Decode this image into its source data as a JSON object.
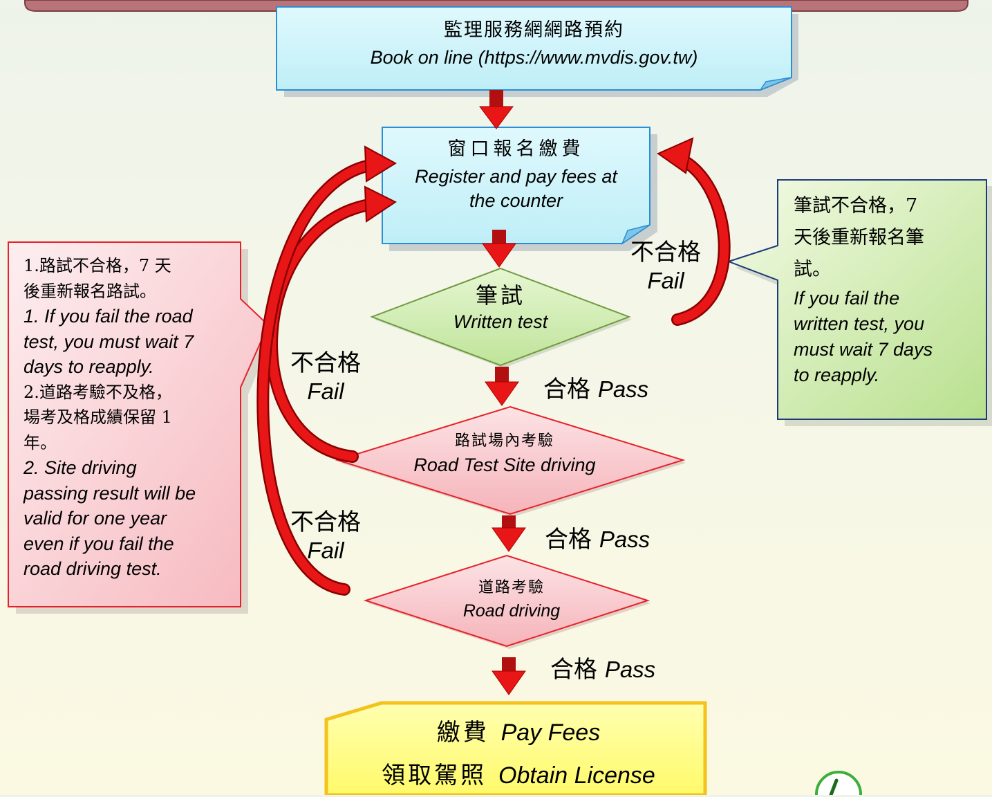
{
  "colors": {
    "top_banner": "#b8757a",
    "cyan_box_fill": "#d4f6fb",
    "cyan_box_border": "#2a8ed6",
    "green_fill": "#d6f0bc",
    "green_border": "#7aa84a",
    "pink_fill": "#f9cbcf",
    "pink_border": "#e8202a",
    "yellow_fill": "#fffd88",
    "yellow_border": "#f3c21b",
    "arrow_red": "#e81616",
    "callout_border_navy": "#1f3a7a",
    "page_badge": "#3cae3a"
  },
  "book_online": {
    "zh": "監理服務網網路預約",
    "en": "Book on line (https://www.mvdis.gov.tw)"
  },
  "register": {
    "zh": "窗口報名繳費",
    "en_line1": "Register and pay fees at",
    "en_line2": "the counter"
  },
  "written_test": {
    "zh": "筆試",
    "en": "Written test"
  },
  "site_test": {
    "zh": "路試場內考驗",
    "en": "Road Test Site driving"
  },
  "road_test": {
    "zh": "道路考驗",
    "en": "Road driving"
  },
  "final": {
    "line1_zh": "繳費",
    "line1_en": "Pay Fees",
    "line2_zh": "領取駕照",
    "line2_en": "Obtain License"
  },
  "pass_labels": [
    {
      "zh": "合格",
      "en": "Pass"
    },
    {
      "zh": "合格",
      "en": "Pass"
    },
    {
      "zh": "合格",
      "en": "Pass"
    }
  ],
  "fail_labels": [
    {
      "zh": "不合格",
      "en": "Fail"
    },
    {
      "zh": "不合格",
      "en": "Fail"
    },
    {
      "zh": "不合格",
      "en": "Fail"
    }
  ],
  "left_note": {
    "zh1a": "1.路試不合格，7 天",
    "zh1b": "後重新報名路試。",
    "en1a": "1. If you fail the road",
    "en1b": "test, you must wait 7",
    "en1c": "days to reapply.",
    "zh2a": "2.道路考驗不及格，",
    "zh2b": "場考及格成績保留 1",
    "zh2c": "年。",
    "en2a": "2. Site driving",
    "en2b": "passing result will be",
    "en2c": "valid for one year",
    "en2d": "even if you fail the",
    "en2e": "road driving test."
  },
  "right_note": {
    "zh1": "筆試不合格，7",
    "zh2": "天後重新報名筆",
    "zh3": "試。",
    "en1": "If you fail the",
    "en2": "written test, you",
    "en3": "must wait 7 days",
    "en4": "to reapply."
  }
}
